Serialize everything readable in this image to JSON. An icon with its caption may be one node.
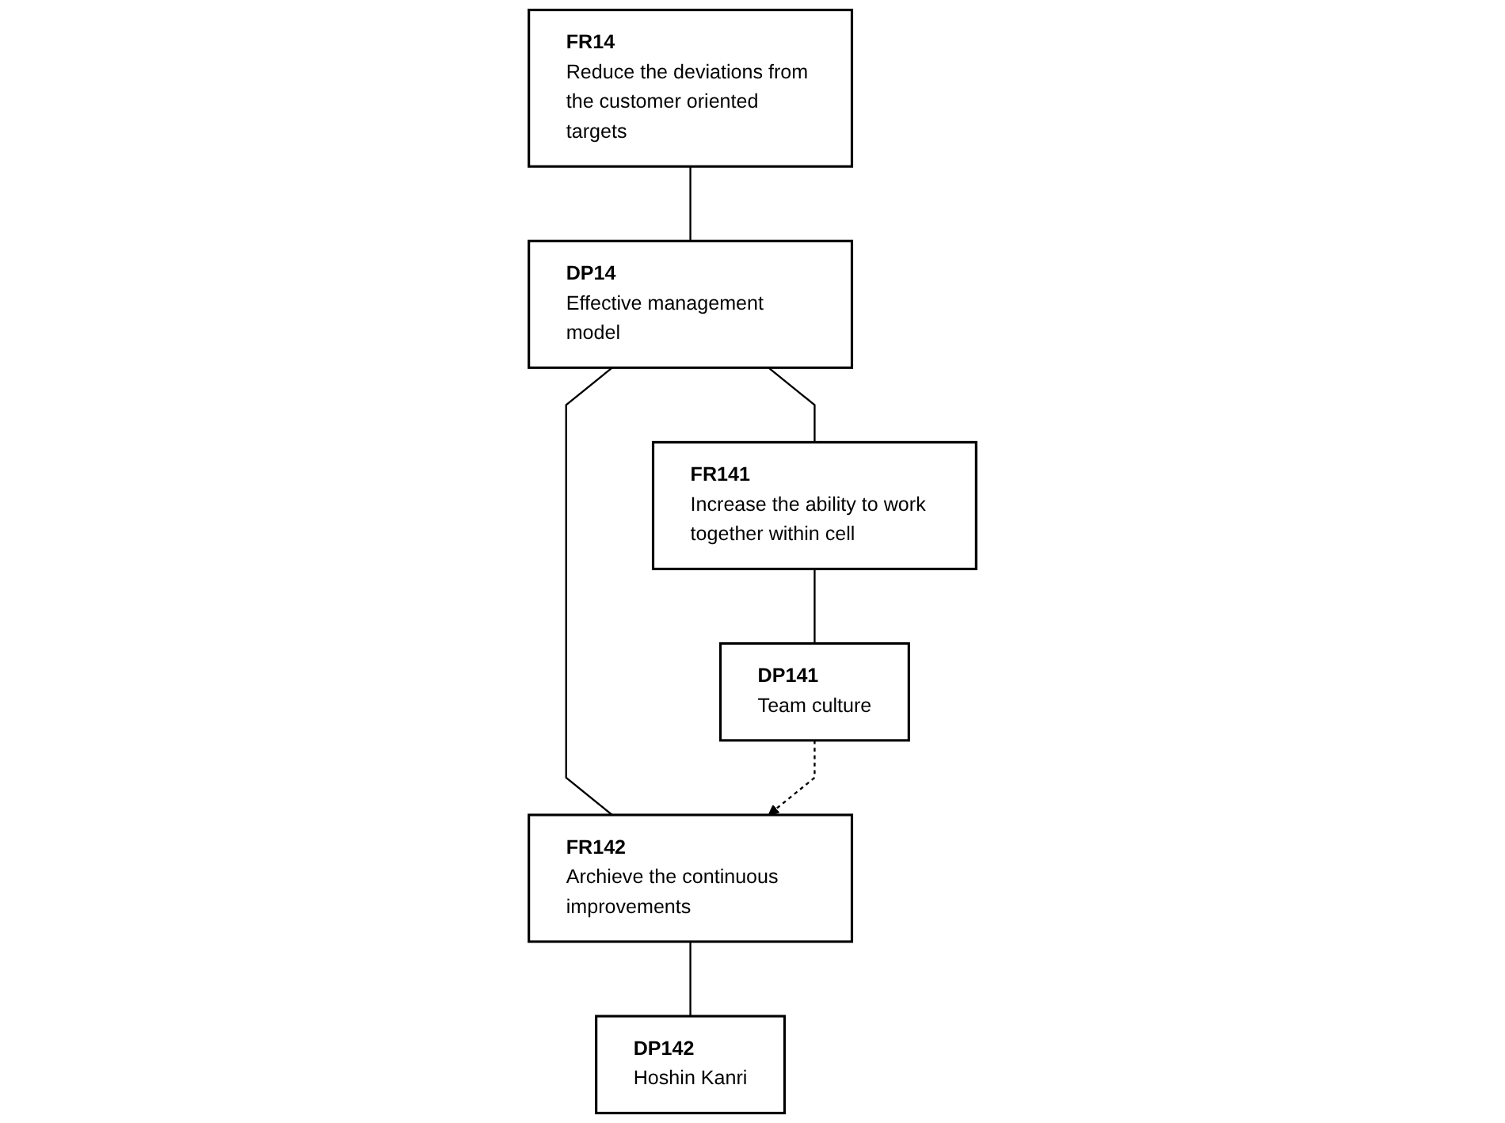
{
  "diagram": {
    "nodes": [
      {
        "text": [
          "FR14",
          "Reduce the deviations from the customer oriented targets"
        ]
      },
      {
        "text": [
          "DP14",
          "Effective management model"
        ]
      },
      {
        "text": [
          "FR141",
          "Increase the ability to work together within cell"
        ]
      },
      {
        "text": [
          "FR142",
          "Archieve the continuous improvements"
        ]
      },
      {
        "text": [
          "DP141",
          "Team culture"
        ]
      },
      {
        "text": [
          "DP142",
          "Hoshin Kanri"
        ]
      }
    ],
    "edges": [
      {
        "from": 0,
        "to": 1,
        "arrow": "none"
      },
      {
        "from": 1,
        "to": 2,
        "arrow": "none"
      },
      {
        "from": 1,
        "to": 3,
        "arrow": "none"
      },
      {
        "from": 2,
        "to": 4,
        "arrow": "none"
      },
      {
        "from": 3,
        "to": 5,
        "arrow": "none"
      },
      {
        "from": 4,
        "to": 3,
        "arrow": "to",
        "style": "dashed"
      }
    ]
  }
}
